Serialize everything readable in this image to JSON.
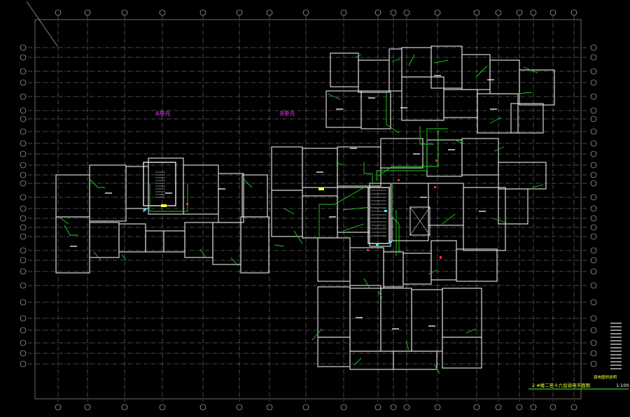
{
  "drawing": {
    "colors": {
      "background": "#000000",
      "grid": "#d9d9d9",
      "walls": "#e8e8e8",
      "wiring": "#1fd11f",
      "labels_magenta": "#ff33ff",
      "title_yellow": "#ffff33",
      "accent_red": "#ff3030",
      "door_cyan": "#33ffff"
    },
    "title": "2 #楼二至十六层弱电平面图",
    "scale": "1:100",
    "zone_labels": [
      "A单元",
      "B单元"
    ],
    "legend_label": "弱电图例说明"
  }
}
